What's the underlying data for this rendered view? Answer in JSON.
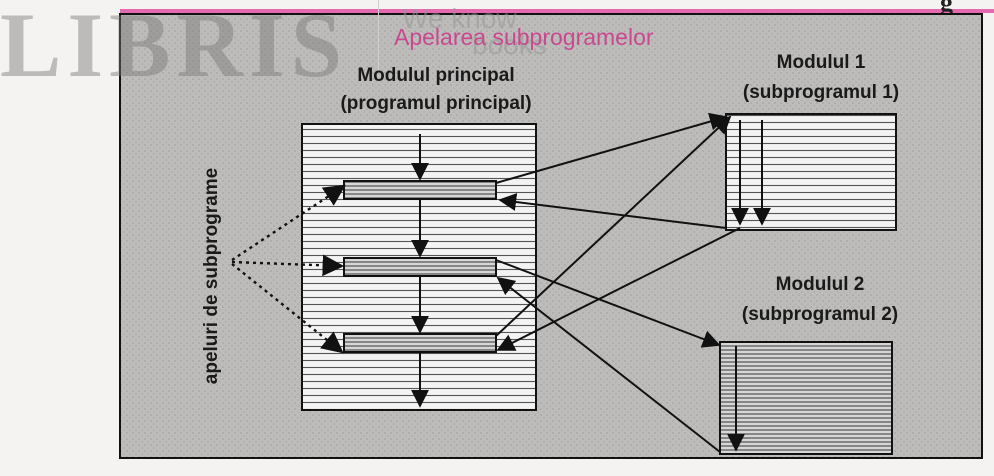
{
  "watermark": {
    "logo_text": "LIBRIS",
    "tagline_line1": "We know",
    "tagline_line2": "books"
  },
  "header": {
    "corner_letter": "g"
  },
  "diagram": {
    "title": "Apelarea subprogramelor",
    "main_module": {
      "line1": "Modulul principal",
      "line2": "(programul principal)"
    },
    "module1": {
      "line1": "Modulul 1",
      "line2": "(subprogramul 1)"
    },
    "module2": {
      "line1": "Modulul 2",
      "line2": "(subprogramul 2)"
    },
    "calls_label": "apeluri de subprograme",
    "colors": {
      "frame_fill": "#b9b8b6",
      "block_fill": "#f2f2f2",
      "line": "#111111",
      "title": "#c9498f"
    }
  }
}
